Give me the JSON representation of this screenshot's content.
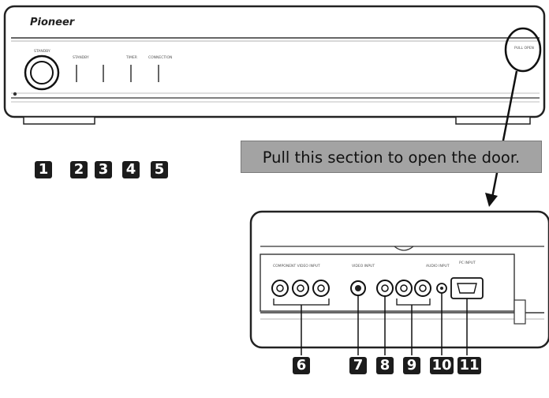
{
  "brand": "Pioneer",
  "callout_text": "Pull this section to open the door.",
  "panel_labels": {
    "standby": "STANDBY",
    "item2": "STANDBY",
    "item4": "TIMER",
    "item5": "CONNECTION",
    "door": "PULL OPEN",
    "component_input": "COMPONENT VIDEO INPUT",
    "video_input": "VIDEO INPUT",
    "audio_input": "AUDIO INPUT",
    "pc_input": "PC INPUT"
  },
  "markers": {
    "top": [
      "1",
      "2",
      "3",
      "4",
      "5"
    ],
    "bottom": [
      "6",
      "7",
      "8",
      "9",
      "10",
      "11"
    ]
  },
  "colors": {
    "marker_bg": "#1c1c1c",
    "callout_bg": "#a3a3a3"
  }
}
